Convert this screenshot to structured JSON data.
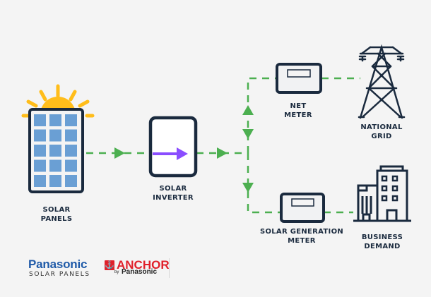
{
  "diagram": {
    "nodes": [
      {
        "id": "solar_panels",
        "label_lines": [
          "SOLAR",
          "PANELS"
        ],
        "icon": "solar-panel-with-sun-icon"
      },
      {
        "id": "solar_inverter",
        "label_lines": [
          "SOLAR",
          "INVERTER"
        ],
        "icon": "inverter-icon"
      },
      {
        "id": "net_meter",
        "label_lines": [
          "NET",
          "METER"
        ],
        "icon": "meter-icon"
      },
      {
        "id": "national_grid",
        "label_lines": [
          "NATIONAL",
          "GRID"
        ],
        "icon": "transmission-tower-icon"
      },
      {
        "id": "solar_generation_meter",
        "label_lines": [
          "SOLAR GENERATION",
          "METER"
        ],
        "icon": "meter-icon"
      },
      {
        "id": "business_demand",
        "label_lines": [
          "BUSINESS",
          "DEMAND"
        ],
        "icon": "office-building-icon"
      }
    ],
    "edges": [
      {
        "from": "solar_panels",
        "to": "solar_inverter",
        "style": "dashed",
        "arrow": "forward"
      },
      {
        "from": "solar_inverter",
        "to": "junction",
        "style": "dashed",
        "arrow": "forward"
      },
      {
        "from": "junction",
        "to": "net_meter",
        "style": "dashed",
        "arrow": "bidirectional"
      },
      {
        "from": "net_meter",
        "to": "national_grid",
        "style": "dashed",
        "arrow": "none"
      },
      {
        "from": "junction",
        "to": "solar_generation_meter",
        "style": "dashed",
        "arrow": "forward"
      },
      {
        "from": "solar_generation_meter",
        "to": "business_demand",
        "style": "dashed",
        "arrow": "none"
      }
    ]
  },
  "colors": {
    "background": "#f4f4f4",
    "flow_line": "#4caf50",
    "icon_stroke": "#1a2a3e",
    "panel_cell": "#6a9fd4",
    "sun": "#ffbd1a",
    "inverter_arrow": "#8a4dff",
    "panasonic_blue": "#1f5aa8",
    "anchor_red": "#e0202a"
  },
  "brands": {
    "panasonic": {
      "name": "Panasonic",
      "subtitle": "SOLAR PANELS"
    },
    "anchor": {
      "name": "ANCHOR",
      "by": "by",
      "parent": "Panasonic",
      "icon": "anchor-icon",
      "icon_glyph": "⚓"
    }
  }
}
